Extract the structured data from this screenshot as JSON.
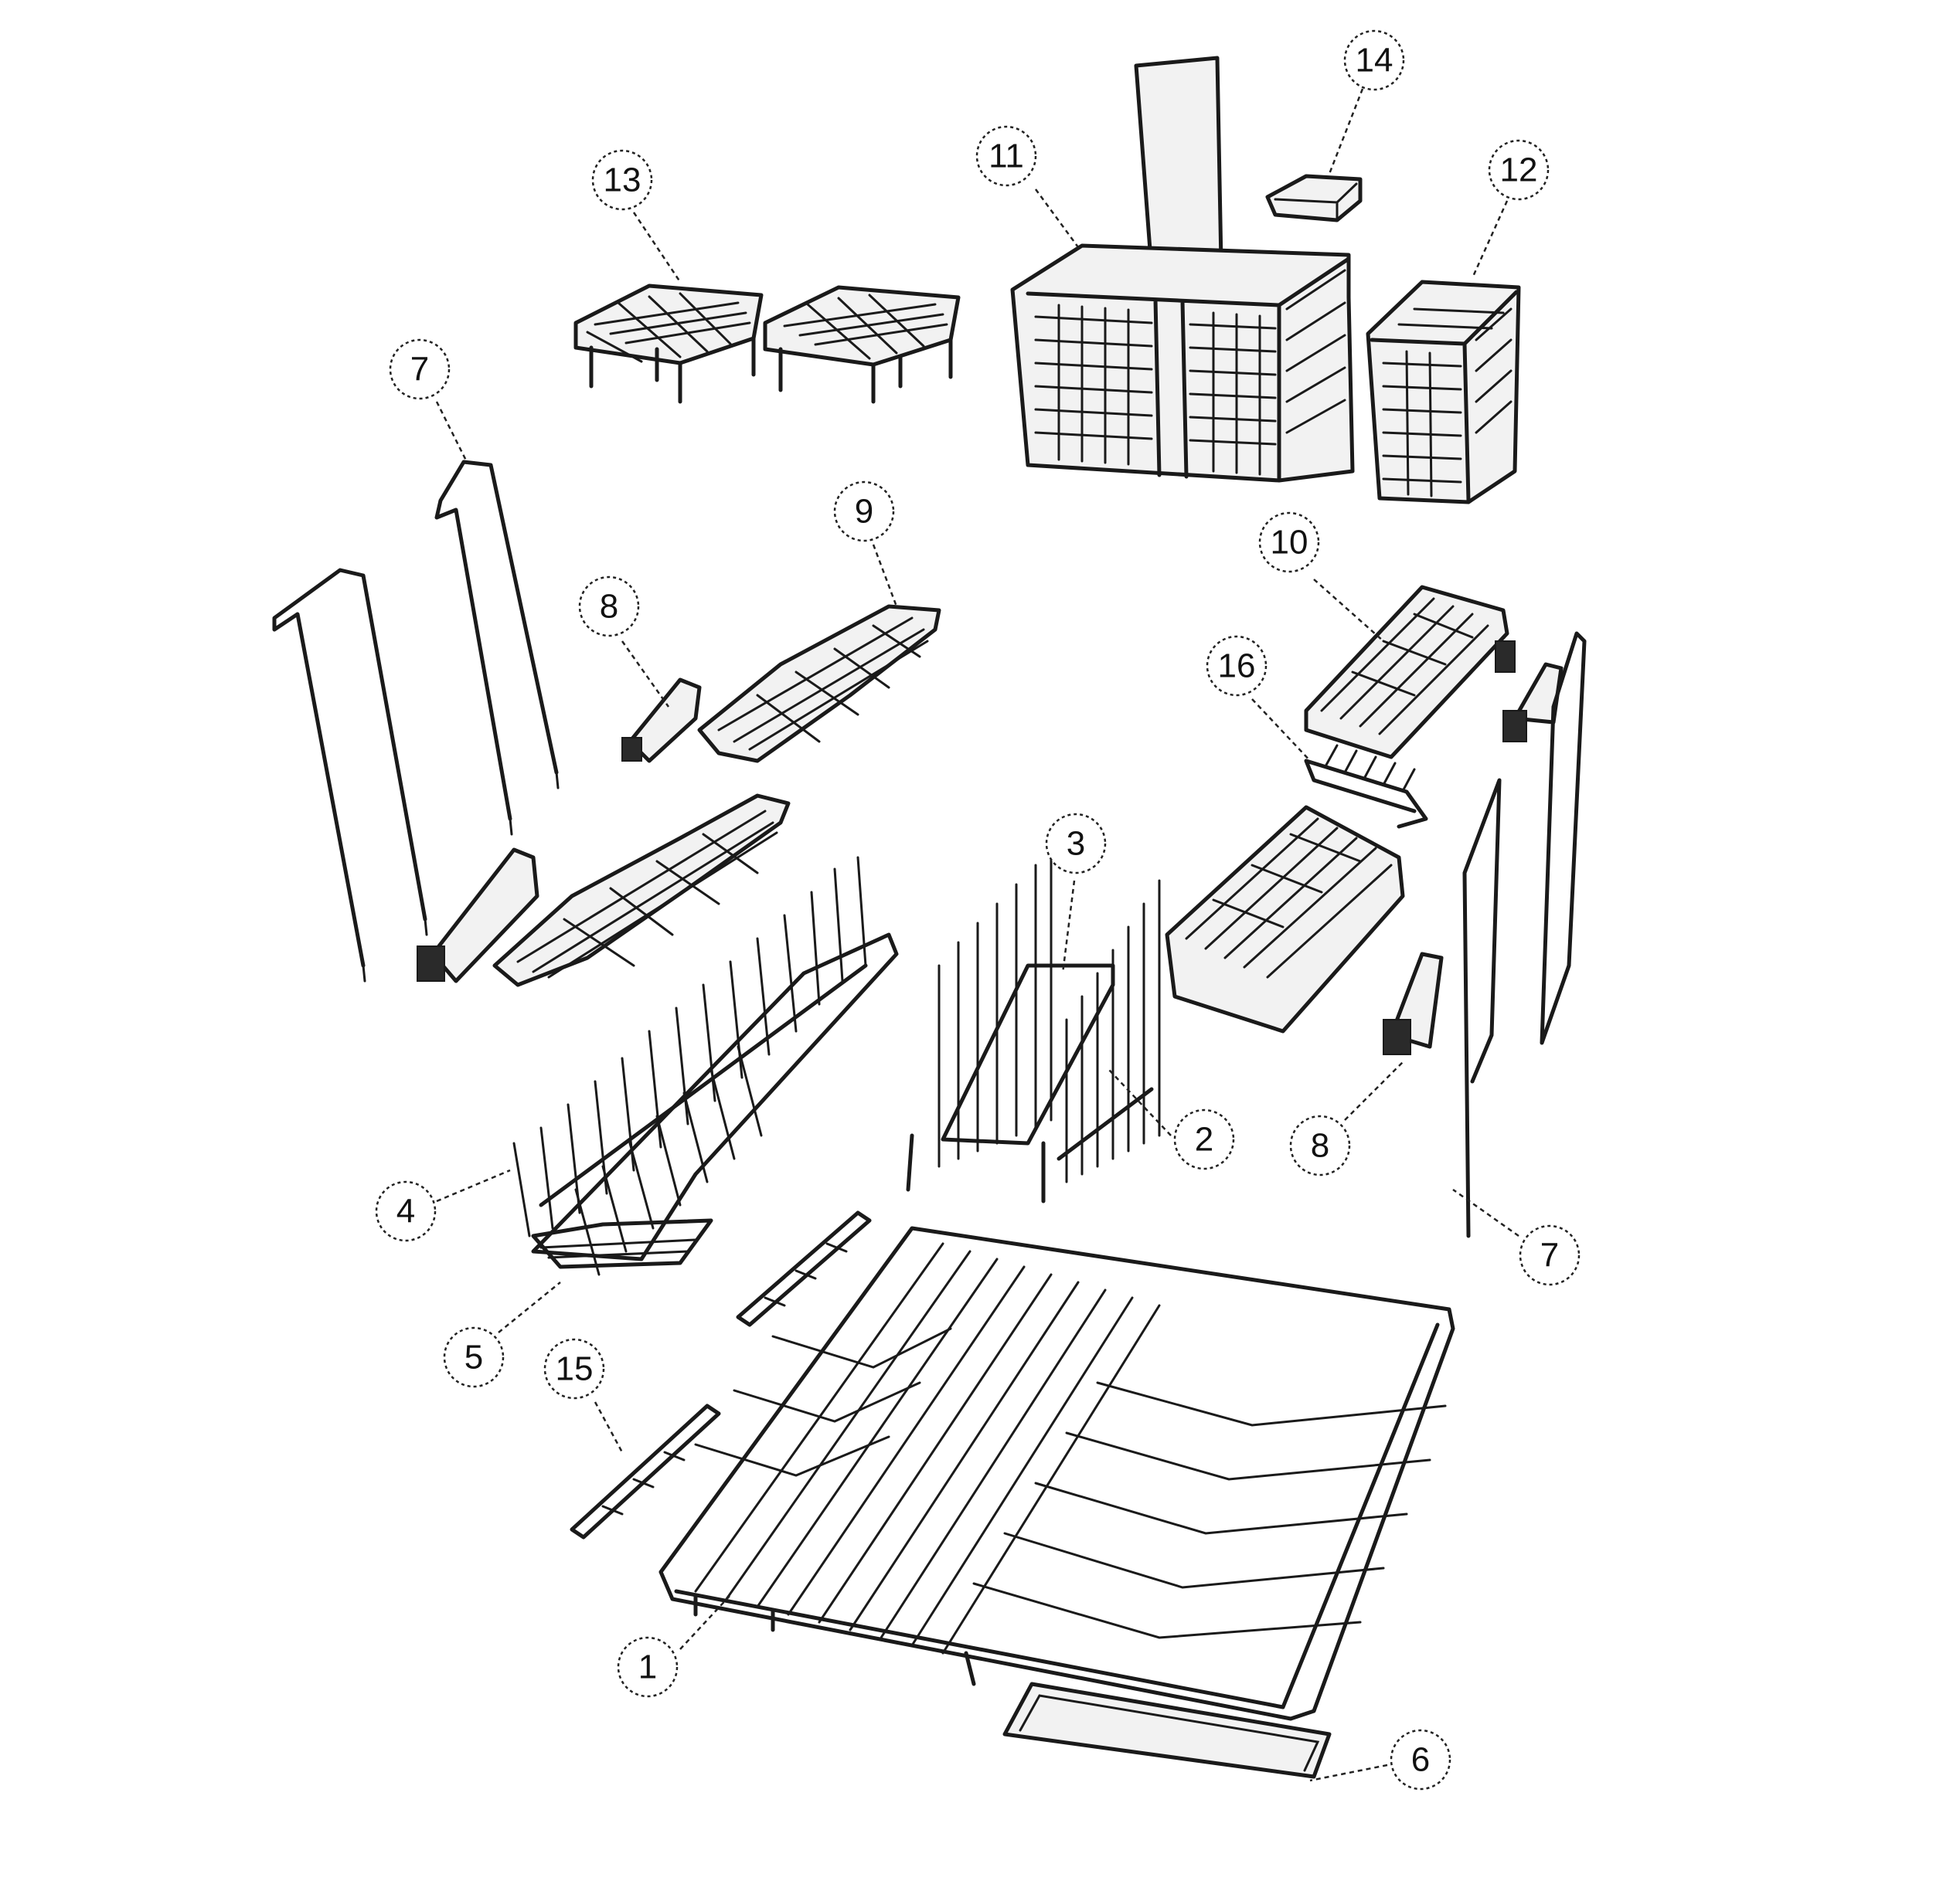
{
  "diagram": {
    "ink_color": "#1a1a1a",
    "background_color": "#ffffff",
    "callouts": [
      {
        "id": "c1",
        "label": "1"
      },
      {
        "id": "c2",
        "label": "2"
      },
      {
        "id": "c3",
        "label": "3"
      },
      {
        "id": "c4",
        "label": "4"
      },
      {
        "id": "c5",
        "label": "5"
      },
      {
        "id": "c6",
        "label": "6"
      },
      {
        "id": "c7a",
        "label": "7"
      },
      {
        "id": "c7b",
        "label": "7"
      },
      {
        "id": "c8a",
        "label": "8"
      },
      {
        "id": "c8b",
        "label": "8"
      },
      {
        "id": "c9",
        "label": "9"
      },
      {
        "id": "c10",
        "label": "10"
      },
      {
        "id": "c11",
        "label": "11"
      },
      {
        "id": "c12",
        "label": "12"
      },
      {
        "id": "c13",
        "label": "13"
      },
      {
        "id": "c14",
        "label": "14"
      },
      {
        "id": "c15",
        "label": "15"
      },
      {
        "id": "c16",
        "label": "16"
      }
    ]
  }
}
